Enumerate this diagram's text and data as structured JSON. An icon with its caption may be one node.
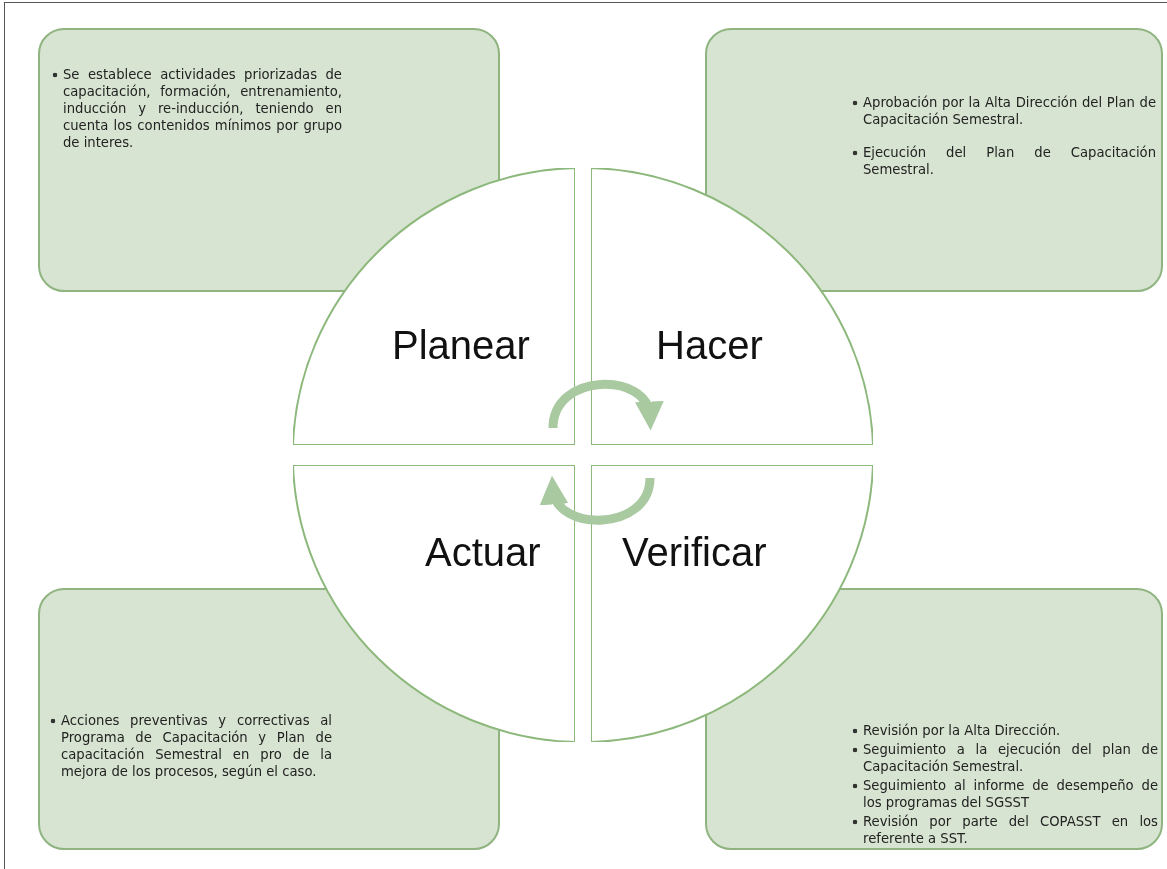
{
  "diagram": {
    "nodes": [
      {
        "text": [
          "Se establece actividades priorizadas de capacitación, formación, entrenamiento, inducción y re-inducción, teniendo en cuenta los contenidos mínimos por grupo de interes."
        ]
      },
      {
        "text": [
          "Aprobación por la Alta Dirección del Plan de Capacitación Semestral.",
          "Ejecución del Plan de Capacitación Semestral."
        ]
      },
      {
        "text": [
          "Planear"
        ]
      },
      {
        "text": [
          "Hacer"
        ]
      },
      {
        "text": [
          "Actuar"
        ]
      },
      {
        "text": [
          "Verificar"
        ]
      },
      {
        "text": [
          "Acciones preventivas y correctivas al Programa de Capacitación y Plan de capacitación Semestral en pro de la mejora de los procesos, según el caso."
        ]
      },
      {
        "text": [
          "Revisión por la Alta Dirección.",
          "Seguimiento a la ejecución del plan de Capacitación Semestral.",
          "Seguimiento al informe de desempeño de los programas del SGSST",
          "Revisión por parte del COPASST en los referente a SST."
        ]
      }
    ],
    "edges": [
      {
        "from": 2,
        "to": 3,
        "arrow": "to"
      },
      {
        "from": 5,
        "to": 4,
        "arrow": "to"
      }
    ]
  }
}
